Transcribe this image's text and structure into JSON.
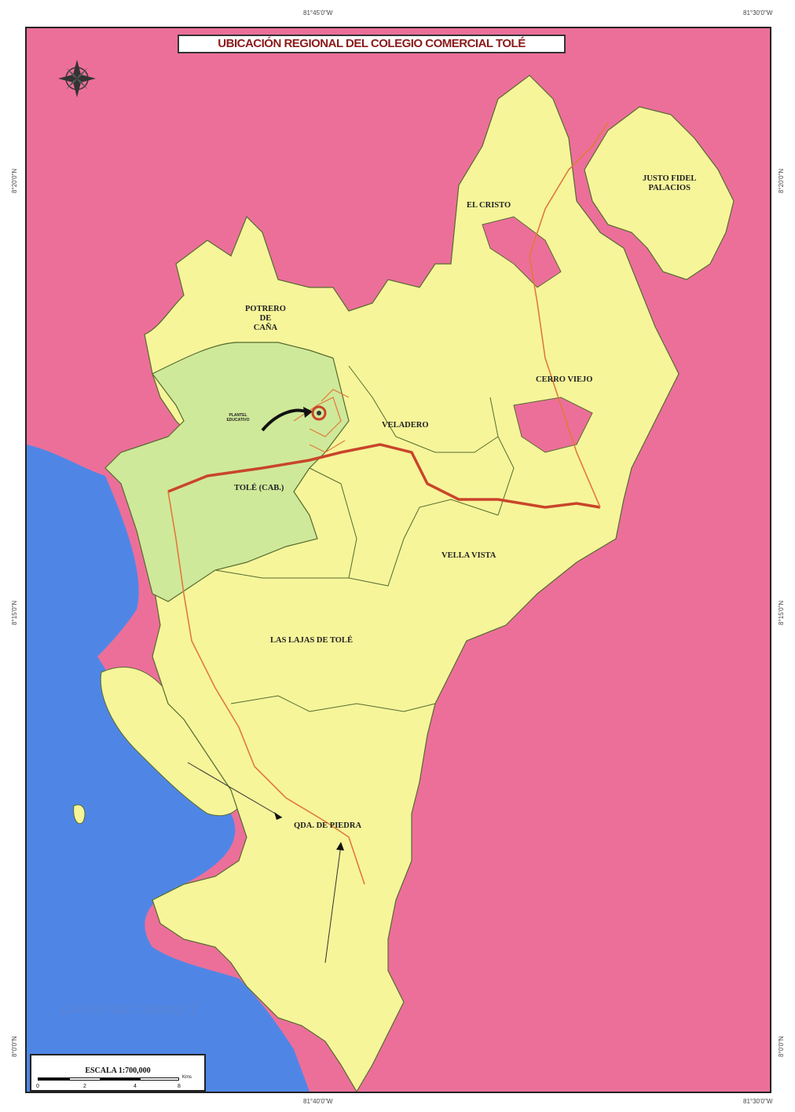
{
  "title": "UBICACIÓN REGIONAL DEL COLEGIO COMERCIAL TOLÉ",
  "coordinates": {
    "top_1": "81°45'0\"W",
    "top_2": "81°30'0\"W",
    "bottom_1": "81°40'0\"W",
    "bottom_2": "81°30'0\"W",
    "left_1": "8°20'0\"N",
    "left_2": "8°15'0\"N",
    "left_3": "8°0'0\"N",
    "right_1": "8°20'0\"N",
    "right_2": "8°15'0\"N",
    "right_3": "8°0'0\"N"
  },
  "regions": {
    "justo_fidel_palacios": "JUSTO FIDEL\nPALACIOS",
    "el_cristo": "EL CRISTO",
    "potrero_de_cana": "POTRERO\nDE\nCAÑA",
    "cerro_viejo": "CERRO VIEJO",
    "veladero": "VELADERO",
    "tole_cab": "TOLÉ (CAB.)",
    "vella_vista": "VELLA VISTA",
    "las_lajas_de_tole": "LAS LAJAS DE TOLÉ",
    "qda_de_piedra": "QDA. DE PIEDRA"
  },
  "school_label": "PLANTEL\nEDUCATIVO",
  "sea_label": "GOLFO DE CHIRIQUÍ",
  "scale": {
    "title": "ESCALA 1:700,000",
    "ticks": [
      "0",
      "2",
      "4",
      "8"
    ],
    "unit": "Kms"
  },
  "colors": {
    "outside": "#ec6f9a",
    "district": "#f6f59a",
    "cabecera": "#cfe99a",
    "sea": "#4f86e6",
    "road": "#d8572a",
    "boundary": "#556b2f"
  },
  "icons": [
    "compass-rose-icon",
    "school-marker-icon",
    "pointer-arrow-icon"
  ]
}
